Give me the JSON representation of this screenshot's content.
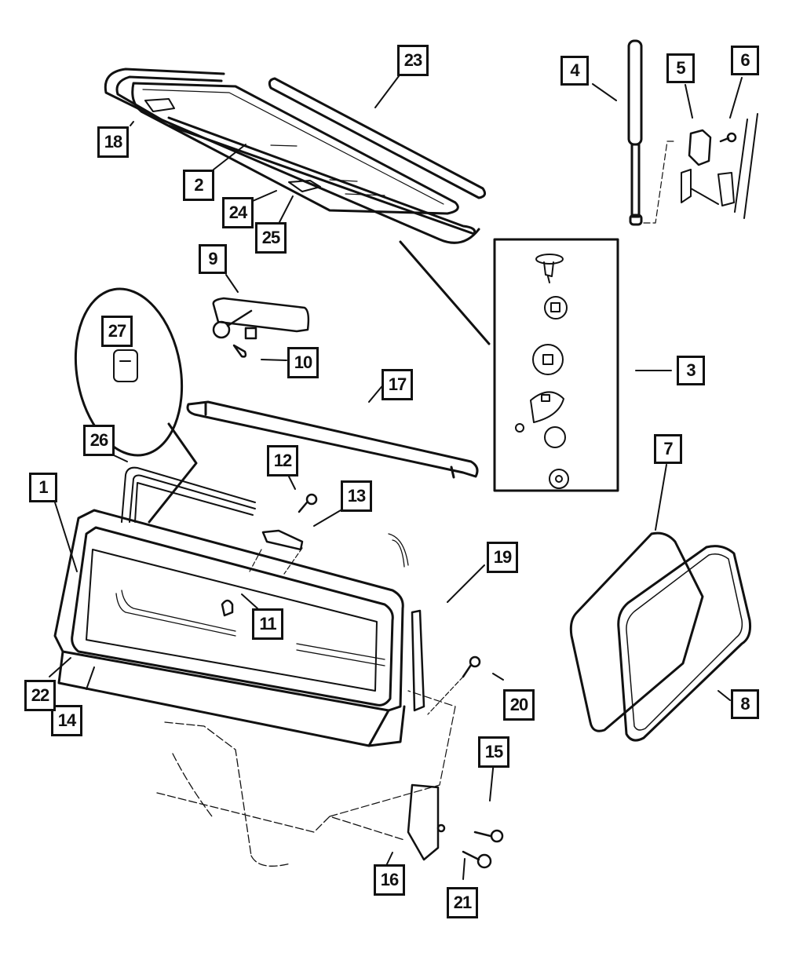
{
  "diagram": {
    "type": "exploded-parts-diagram",
    "subject": "Liftgate glass / hinge assembly",
    "callouts": [
      {
        "id": "1"
      },
      {
        "id": "2"
      },
      {
        "id": "3"
      },
      {
        "id": "4"
      },
      {
        "id": "5"
      },
      {
        "id": "6"
      },
      {
        "id": "7"
      },
      {
        "id": "8"
      },
      {
        "id": "9"
      },
      {
        "id": "10"
      },
      {
        "id": "11"
      },
      {
        "id": "12"
      },
      {
        "id": "13"
      },
      {
        "id": "14"
      },
      {
        "id": "15"
      },
      {
        "id": "16"
      },
      {
        "id": "17"
      },
      {
        "id": "18"
      },
      {
        "id": "19"
      },
      {
        "id": "20"
      },
      {
        "id": "21"
      },
      {
        "id": "22"
      },
      {
        "id": "23"
      },
      {
        "id": "24"
      },
      {
        "id": "25"
      },
      {
        "id": "26"
      },
      {
        "id": "27"
      }
    ]
  }
}
